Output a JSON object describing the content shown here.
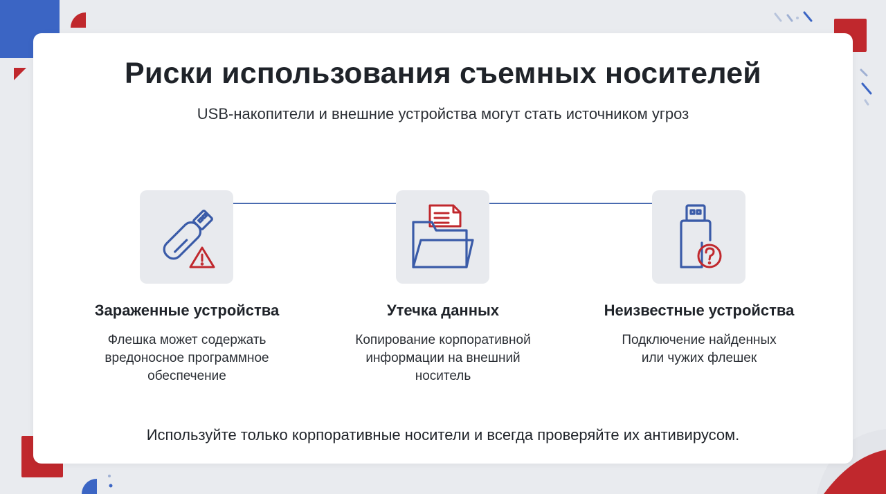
{
  "slide": {
    "title": "Риски использования съемных носителей",
    "subtitle": "USB-накопители и внешние устройства могут стать источником угроз",
    "footer": "Используйте только корпоративные носители и всегда проверяйте их антивирусом."
  },
  "items": [
    {
      "icon": "usb-warning-icon",
      "title": "Зараженные устройства",
      "desc": [
        "Флешка может содержать",
        "вредоносное программное",
        "обеспечение"
      ]
    },
    {
      "icon": "folder-document-icon",
      "title": "Утечка данных",
      "desc": [
        "Копирование корпоративной",
        "информации на внешний",
        "носитель"
      ]
    },
    {
      "icon": "usb-question-icon",
      "title": "Неизвестные устройства",
      "desc": [
        "Подключение найденных",
        "или чужих флешек"
      ]
    }
  ],
  "colors": {
    "accent_blue": "#3a5ba8",
    "accent_red": "#c0282d",
    "background": "#e9ebef",
    "card": "#ffffff"
  }
}
